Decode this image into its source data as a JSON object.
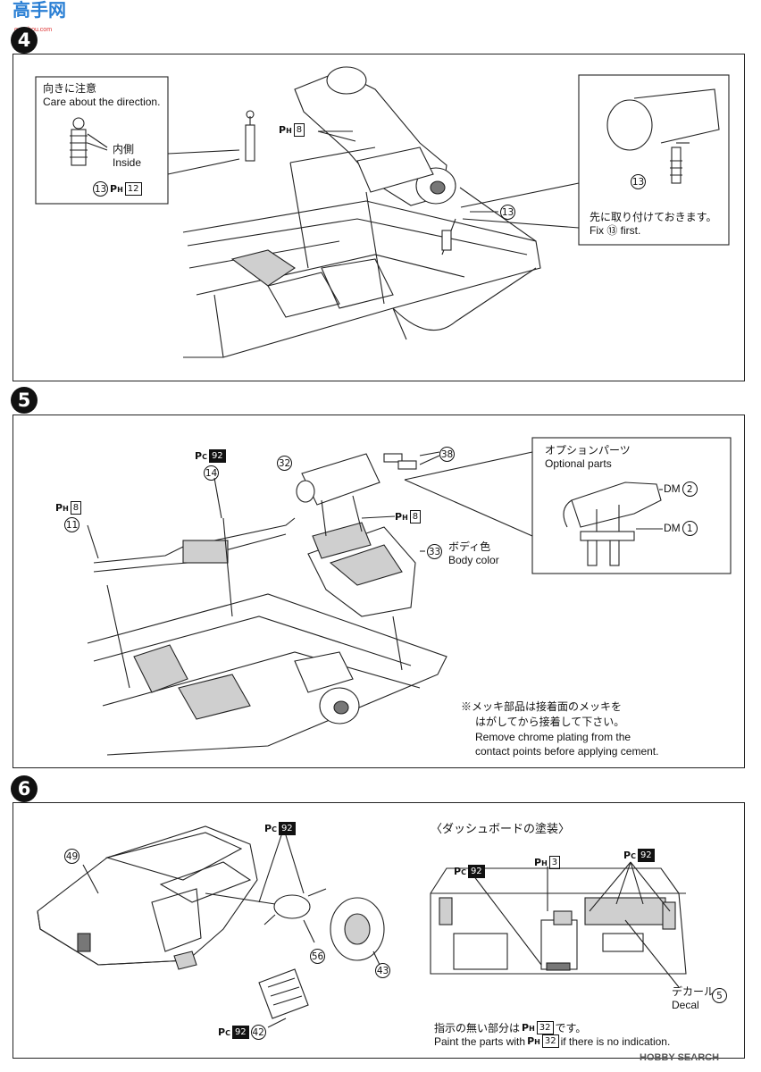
{
  "watermark": {
    "top_left": "高手网",
    "top_left_small": "gaoshou.com",
    "bottom_right": "HOBBY SEARCH"
  },
  "step4": {
    "number": "4",
    "inset_left": {
      "line1": "向きに注意",
      "line2": "Care about the direction.",
      "inside_jp": "内側",
      "inside_en": "Inside",
      "part": "13",
      "paint_prefix": "P",
      "paint_sub": "H",
      "paint_num": "12"
    },
    "callout_ph8": {
      "prefix": "P",
      "sub": "H",
      "num": "8"
    },
    "callout_13": "13",
    "inset_right": {
      "part": "13",
      "line1": "先に取り付けておきます。",
      "line2": "Fix ⑬ first."
    }
  },
  "step5": {
    "number": "5",
    "pc92": {
      "prefix": "P",
      "sub": "C",
      "num": "92"
    },
    "part14": "14",
    "ph8_left": {
      "prefix": "P",
      "sub": "H",
      "num": "8"
    },
    "part11": "11",
    "part32": "32",
    "part38": "38",
    "ph8_right": {
      "prefix": "P",
      "sub": "H",
      "num": "8"
    },
    "part33": "33",
    "body_jp": "ボディ色",
    "body_en": "Body color",
    "optional": {
      "jp": "オプションパーツ",
      "en": "Optional parts",
      "dm2_label": "DM",
      "dm2": "2",
      "dm1_label": "DM",
      "dm1": "1"
    },
    "note": {
      "jp1": "※メッキ部品は接着面のメッキを",
      "jp2": "はがしてから接着して下さい。",
      "en1": "Remove chrome plating from the",
      "en2": "contact points before applying cement."
    }
  },
  "step6": {
    "number": "6",
    "part49": "49",
    "pc92_top": {
      "prefix": "P",
      "sub": "C",
      "num": "92"
    },
    "part56": "56",
    "part43": "43",
    "pc92_bottom": {
      "prefix": "P",
      "sub": "C",
      "num": "92"
    },
    "part42": "42",
    "dash_title": "〈ダッシュボードの塗装〉",
    "dash_pc92_left": {
      "prefix": "P",
      "sub": "C",
      "num": "92"
    },
    "dash_ph3": {
      "prefix": "P",
      "sub": "H",
      "num": "3"
    },
    "dash_pc92_right": {
      "prefix": "P",
      "sub": "C",
      "num": "92"
    },
    "decal_jp": "デカール",
    "decal_en": "Decal",
    "decal_num": "5",
    "note_jp": "指示の無い部分は",
    "note_jp_ref": "32",
    "note_jp_tail": "です。",
    "note_en": "Paint the parts with",
    "note_en_ref": "32",
    "note_en_tail": "if there is no indication."
  }
}
